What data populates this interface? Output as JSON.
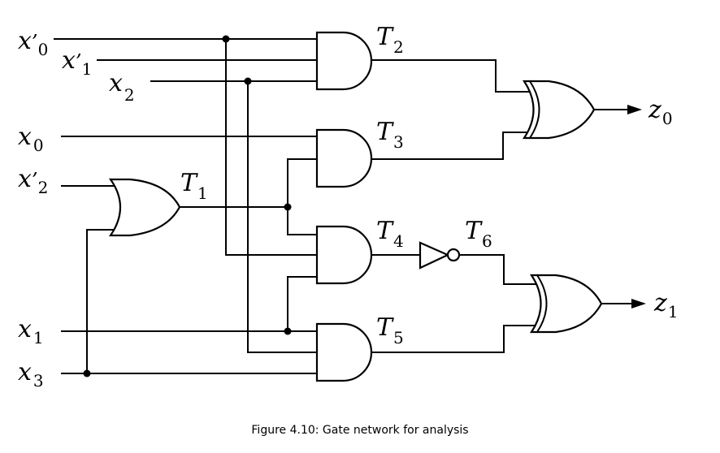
{
  "caption": "Figure 4.10: Gate network for analysis",
  "inputs": [
    {
      "id": "x0p",
      "base": "x",
      "prime": "’",
      "sub": "0"
    },
    {
      "id": "x1p",
      "base": "x",
      "prime": "’",
      "sub": "1"
    },
    {
      "id": "x2",
      "base": "x",
      "prime": "",
      "sub": "2"
    },
    {
      "id": "x0",
      "base": "x",
      "prime": "",
      "sub": "0"
    },
    {
      "id": "x2p",
      "base": "x",
      "prime": "’",
      "sub": "2"
    },
    {
      "id": "x1",
      "base": "x",
      "prime": "",
      "sub": "1"
    },
    {
      "id": "x3",
      "base": "x",
      "prime": "",
      "sub": "3"
    }
  ],
  "gates": [
    {
      "id": "T1",
      "base": "T",
      "sub": "1",
      "type": "OR"
    },
    {
      "id": "T2",
      "base": "T",
      "sub": "2",
      "type": "AND"
    },
    {
      "id": "T3",
      "base": "T",
      "sub": "3",
      "type": "AND"
    },
    {
      "id": "T4",
      "base": "T",
      "sub": "4",
      "type": "AND"
    },
    {
      "id": "T5",
      "base": "T",
      "sub": "5",
      "type": "AND"
    },
    {
      "id": "T6",
      "base": "T",
      "sub": "6",
      "type": "NOT"
    },
    {
      "id": "Z0",
      "type": "OR"
    },
    {
      "id": "Z1",
      "type": "OR"
    }
  ],
  "outputs": [
    {
      "id": "z0",
      "base": "z",
      "sub": "0"
    },
    {
      "id": "z1",
      "base": "z",
      "sub": "1"
    }
  ]
}
